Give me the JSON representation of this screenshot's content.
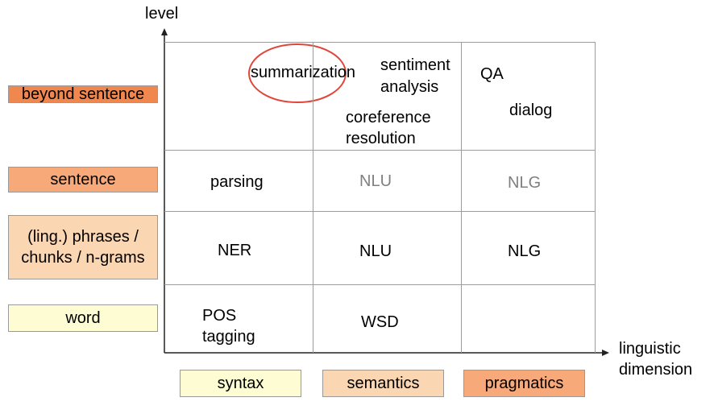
{
  "axis": {
    "y_label": "level",
    "x_label_line1": "linguistic",
    "x_label_line2": "dimension"
  },
  "levels": {
    "beyond_sentence": "beyond sentence",
    "sentence": "sentence",
    "phrases_line1": "(ling.) phrases /",
    "phrases_line2": "chunks / n-grams",
    "word": "word"
  },
  "dimensions": {
    "syntax": "syntax",
    "semantics": "semantics",
    "pragmatics": "pragmatics"
  },
  "cells": {
    "summarization": "summarization",
    "sentiment_line1": "sentiment",
    "sentiment_line2": "analysis",
    "qa": "QA",
    "dialog": "dialog",
    "coreference_line1": "coreference",
    "coreference_line2": "resolution",
    "parsing": "parsing",
    "nlu_sentence": "NLU",
    "nlg_sentence": "NLG",
    "ner": "NER",
    "nlu_phrase": "NLU",
    "nlg_phrase": "NLG",
    "pos_line1": "POS",
    "pos_line2": "tagging",
    "wsd": "WSD"
  },
  "colors": {
    "beyond_sentence": "#f0874f",
    "sentence": "#f7a97a",
    "phrases": "#fbd6b2",
    "word": "#fefcd3",
    "syntax": "#fefcd3",
    "semantics": "#fbd6b2",
    "pragmatics": "#f7a97a",
    "highlight_ellipse": "#e0463a",
    "grid": "#9c9c9c"
  }
}
